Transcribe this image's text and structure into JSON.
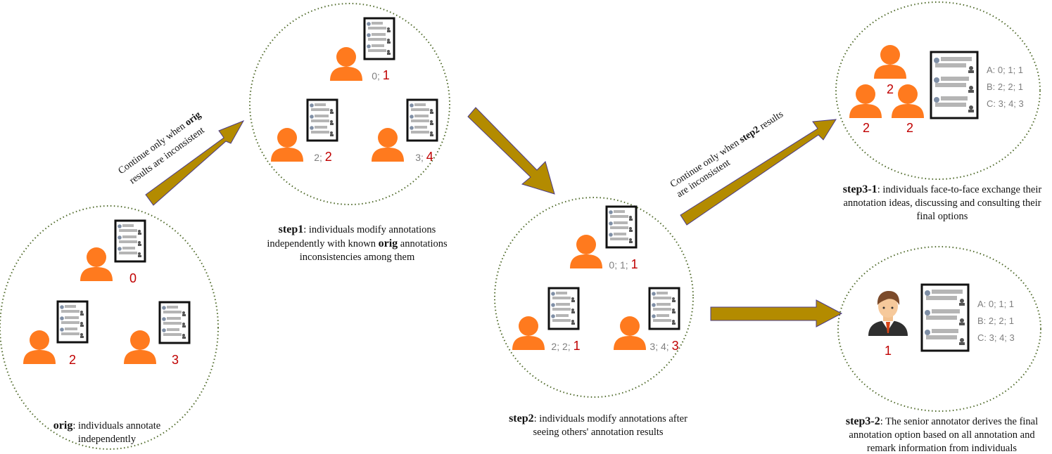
{
  "colors": {
    "arrow": "#B38B00",
    "arrow_border": "#4b3b8a",
    "person": "#FF7A1E",
    "red_label": "#C00000",
    "grey_label": "#7f7f7f",
    "circle_border": "#4f6a2a"
  },
  "icons": {
    "person": "person-icon",
    "document": "annotation-document-icon",
    "senior": "senior-annotator-icon"
  },
  "arrows": {
    "orig_to_step1": "Continue only when orig results are inconsistent",
    "step2_to_step3_1": "Continue only when step2 results are inconsistent"
  },
  "arrow_texts": {
    "a1_line1_pre": "Continue only when ",
    "a1_line1_bold": "orig",
    "a1_line2": "results are inconsistent",
    "a2_line1_pre": "Continue only when ",
    "a2_line1_bold": "step2",
    "a2_line1_post": " results",
    "a2_line2": "are inconsistent"
  },
  "orig": {
    "top": {
      "grey": "",
      "red": "0"
    },
    "left": {
      "grey": "",
      "red": "2"
    },
    "right": {
      "grey": "",
      "red": "3"
    },
    "caption_bold": "orig",
    "caption_rest": ": individuals annotate independently"
  },
  "step1": {
    "top": {
      "grey": "0; ",
      "red": "1"
    },
    "left": {
      "grey": "2; ",
      "red": "2"
    },
    "right": {
      "grey": "3; ",
      "red": "4"
    },
    "caption_bold": "step1",
    "caption_rest": ": individuals modify annotations independently with known ",
    "caption_bold2": "orig",
    "caption_rest2": " annotations inconsistencies among them"
  },
  "step2": {
    "top": {
      "grey": "0; 1; ",
      "red": "1"
    },
    "left": {
      "grey": "2; 2; ",
      "red": "1"
    },
    "right": {
      "grey": "3; 4; ",
      "red": "3"
    },
    "caption_bold": "step2",
    "caption_rest": ": individuals modify annotations after seeing others' annotation results"
  },
  "step3_1": {
    "persons": [
      "2",
      "2",
      "2"
    ],
    "options": [
      "A: 0; 1; 1",
      "B: 2; 2; 1",
      "C: 3; 4; 3"
    ],
    "caption_bold": "step3-1",
    "caption_rest": ": individuals face-to-face exchange their annotation ideas, discussing and consulting their final options"
  },
  "step3_2": {
    "senior": "1",
    "options": [
      "A: 0; 1; 1",
      "B: 2; 2; 1",
      "C: 3; 4; 3"
    ],
    "caption_bold": "step3-2",
    "caption_rest": ": The senior annotator derives the final annotation option based on all annotation and remark information from individuals"
  }
}
